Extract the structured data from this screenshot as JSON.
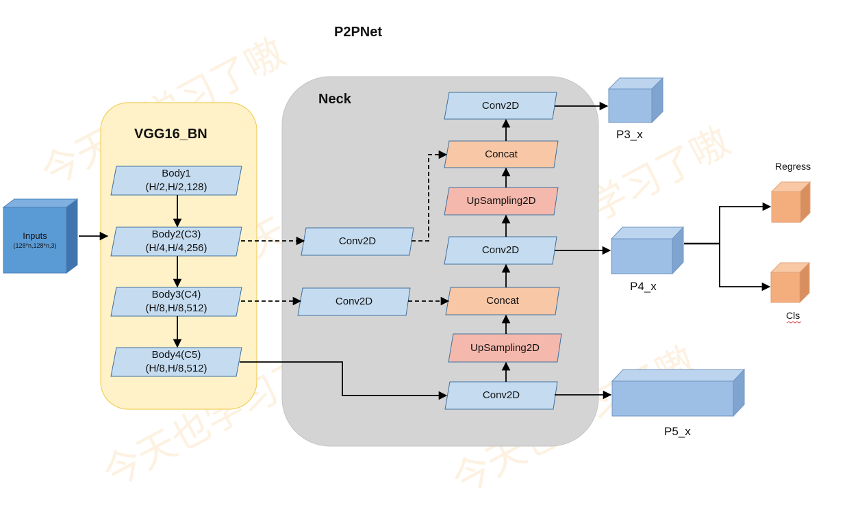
{
  "title": "P2PNet",
  "backbone": {
    "title": "VGG16_BN"
  },
  "neck": {
    "title": "Neck"
  },
  "input": {
    "label": "Inputs",
    "shape": "(128*n,128*n,3)"
  },
  "backbone_blocks": [
    {
      "name": "Body1",
      "shape": "(H/2,H/2,128)"
    },
    {
      "name": "Body2(C3)",
      "shape": "(H/4,H/4,256)"
    },
    {
      "name": "Body3(C4)",
      "shape": "(H/8,H/8,512)"
    },
    {
      "name": "Body4(C5)",
      "shape": "(H/8,H/8,512)"
    }
  ],
  "neck_nodes": {
    "conv_c3": "Conv2D",
    "conv_c4": "Conv2D",
    "conv_p3": "Conv2D",
    "concat_top": "Concat",
    "upsample_top": "UpSampling2D",
    "conv_p4": "Conv2D",
    "concat_mid": "Concat",
    "upsample_mid": "UpSampling2D",
    "conv_p5": "Conv2D"
  },
  "outputs": {
    "p3": "P3_x",
    "p4": "P4_x",
    "p5": "P5_x"
  },
  "heads": {
    "regress": "Regress",
    "cls": "Cls"
  },
  "watermark_text": "今天也学习了嗷",
  "colors": {
    "conv_fill": "#c5dcf0",
    "concat_fill": "#f7c7a6",
    "upsample_fill": "#f4b8ac",
    "backbone_panel": "#fff1c8",
    "neck_panel": "#d4d4d4",
    "output_cube": "#9dbfe6",
    "head_cube": "#f4ae7e",
    "input_cube": "#5b9bd5"
  }
}
